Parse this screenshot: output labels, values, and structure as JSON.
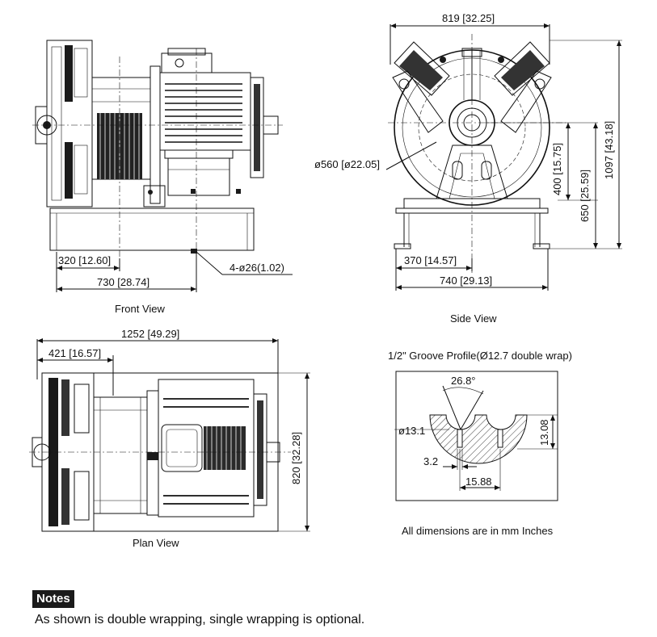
{
  "views": {
    "front": {
      "caption": "Front View",
      "dim_320": "320 [12.60]",
      "dim_730": "730 [28.74]",
      "dim_holes": "4-ø26(1.02)"
    },
    "side": {
      "caption": "Side View",
      "dim_819": "819 [32.25]",
      "dim_560": "ø560 [ø22.05]",
      "dim_400": "400 [15.75]",
      "dim_650": "650 [25.59]",
      "dim_1097": "1097 [43.18]",
      "dim_370": "370 [14.57]",
      "dim_740": "740 [29.13]"
    },
    "plan": {
      "caption": "Plan View",
      "dim_1252": "1252 [49.29]",
      "dim_421": "421 [16.57]",
      "dim_820": "820 [32.28]"
    },
    "groove": {
      "caption": "1/2\" Groove Profile(Ø12.7 double wrap)",
      "dim_angle": "26.8°",
      "dim_dia": "ø13.1",
      "dim_1308": "13.08",
      "dim_32": "3.2",
      "dim_1588": "15.88"
    },
    "units_note": "All dimensions are in mm  Inches"
  },
  "notes": {
    "tag": "Notes",
    "text": "As shown is double wrapping, single wrapping is optional."
  }
}
